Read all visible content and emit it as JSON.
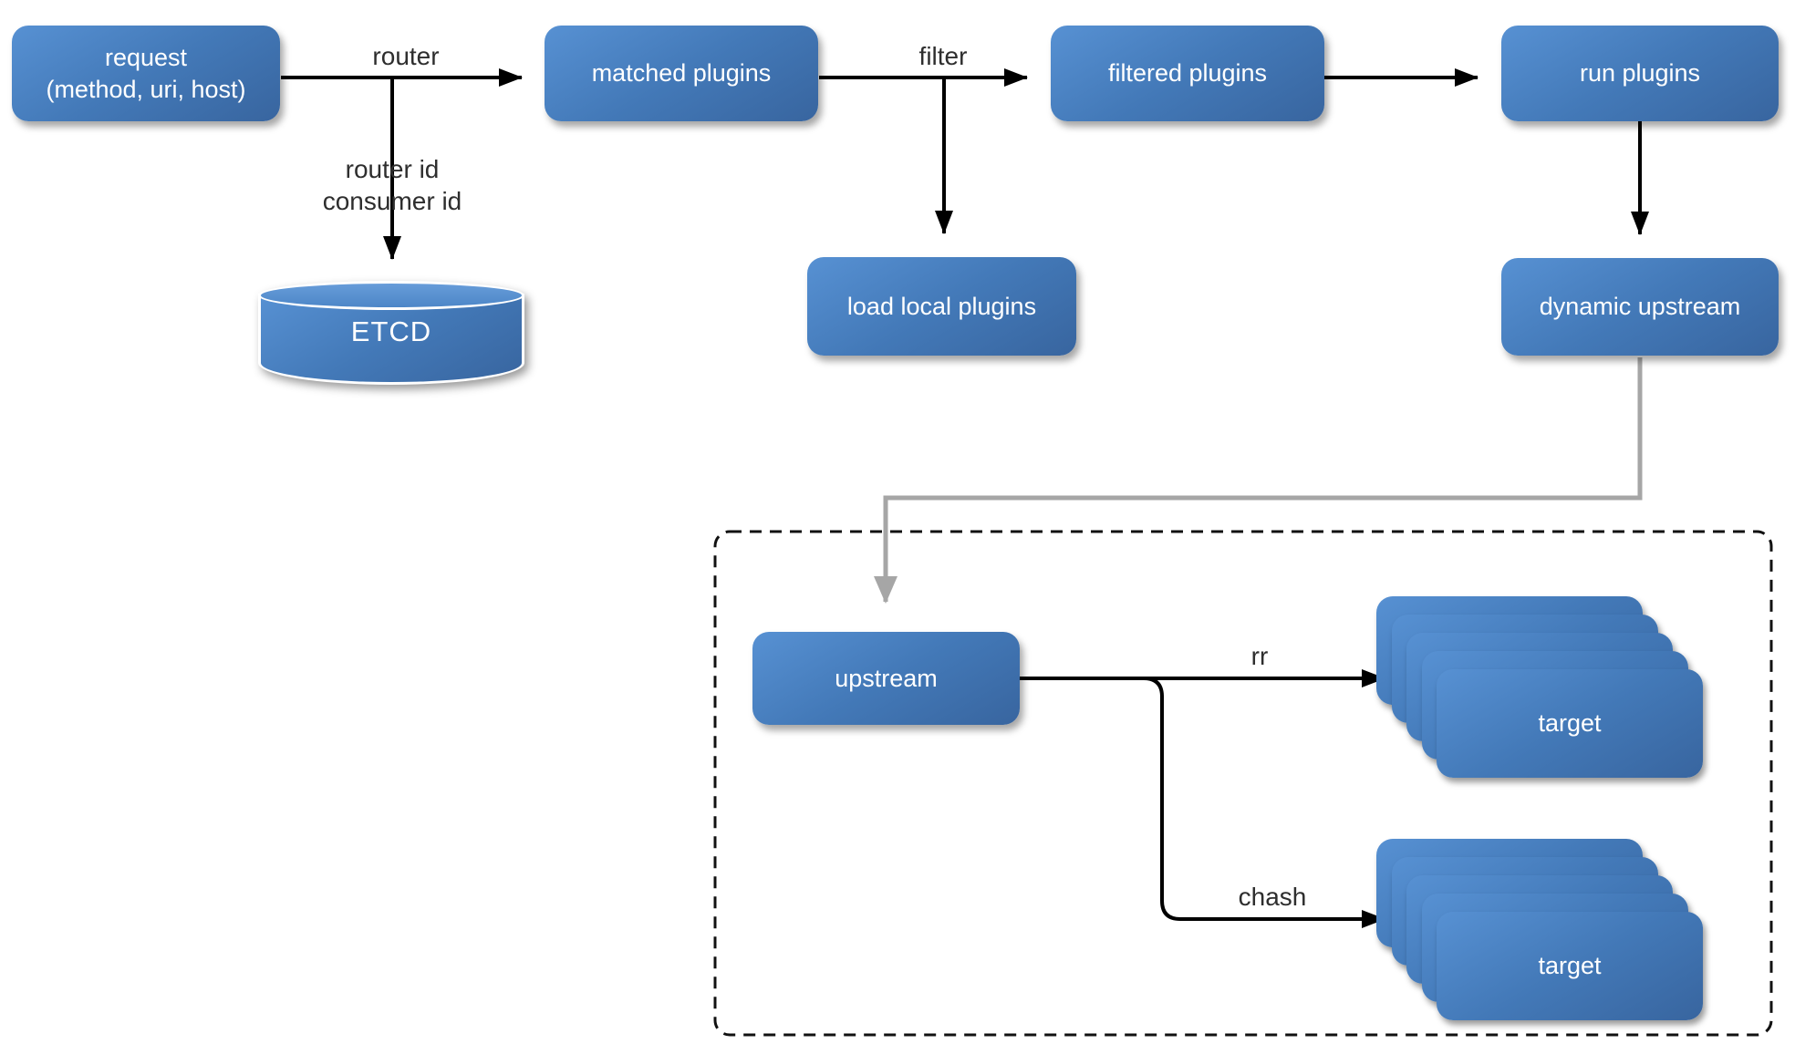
{
  "diagram": {
    "description": "API gateway request flow diagram",
    "background": "#ffffff"
  },
  "colors": {
    "node_gradient_top": "#5791d3",
    "node_gradient_mid": "#4379b8",
    "node_gradient_bottom": "#38659f",
    "node_text": "#ffffff",
    "edge_black": "#000000",
    "edge_gray": "#a6a6a6",
    "label_text": "#2e2e2e",
    "dashed_border": "#111111",
    "cylinder_outline": "#ffffff"
  },
  "nodes": {
    "request": {
      "line1": "request",
      "line2": "(method, uri, host)"
    },
    "matched_plugins": {
      "label": "matched plugins"
    },
    "filtered_plugins": {
      "label": "filtered plugins"
    },
    "run_plugins": {
      "label": "run plugins"
    },
    "load_local_plugins": {
      "label": "load local plugins"
    },
    "dynamic_upstream": {
      "label": "dynamic upstream"
    },
    "etcd": {
      "label": "ETCD"
    },
    "upstream": {
      "label": "upstream"
    },
    "target_rr": {
      "label": "target"
    },
    "target_chash": {
      "label": "target"
    }
  },
  "edges": {
    "router": {
      "label": "router"
    },
    "router_consumer": {
      "line1": "router id",
      "line2": "consumer id"
    },
    "filter": {
      "label": "filter"
    },
    "rr": {
      "label": "rr"
    },
    "chash": {
      "label": "chash"
    }
  }
}
